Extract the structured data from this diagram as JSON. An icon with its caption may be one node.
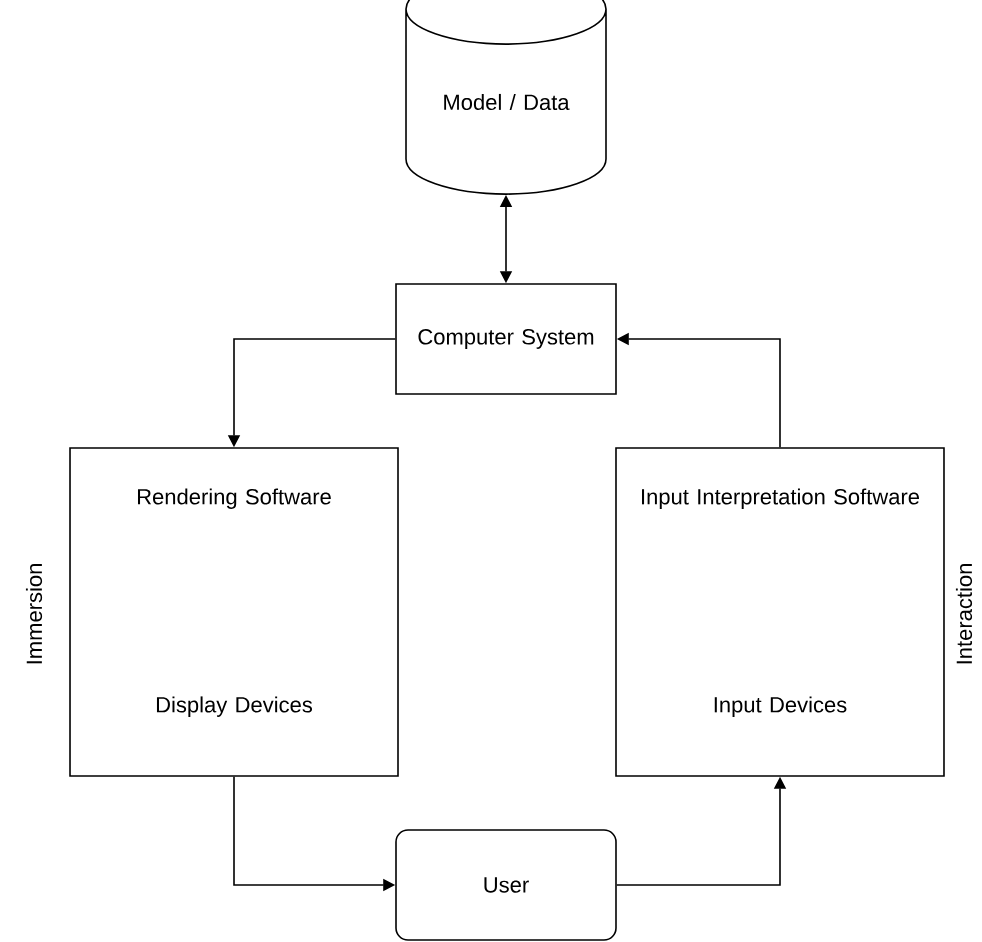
{
  "diagram": {
    "nodes": [
      {
        "text": [
          "Model / Data"
        ]
      },
      {
        "text": [
          "Computer System"
        ]
      },
      {
        "text": [
          "Rendering Software",
          "Display Devices"
        ]
      },
      {
        "text": [
          "Input Interpretation Software",
          "Input Devices"
        ]
      },
      {
        "text": [
          "User"
        ]
      }
    ],
    "edges": [
      {
        "from": 0,
        "to": 1,
        "arrow": "both"
      },
      {
        "from": 1,
        "to": 2,
        "arrow": "to"
      },
      {
        "from": 2,
        "to": 4,
        "arrow": "to"
      },
      {
        "from": 4,
        "to": 3,
        "arrow": "to"
      },
      {
        "from": 3,
        "to": 1,
        "arrow": "to"
      }
    ],
    "labels": [
      "Immersion",
      "Interaction"
    ]
  }
}
